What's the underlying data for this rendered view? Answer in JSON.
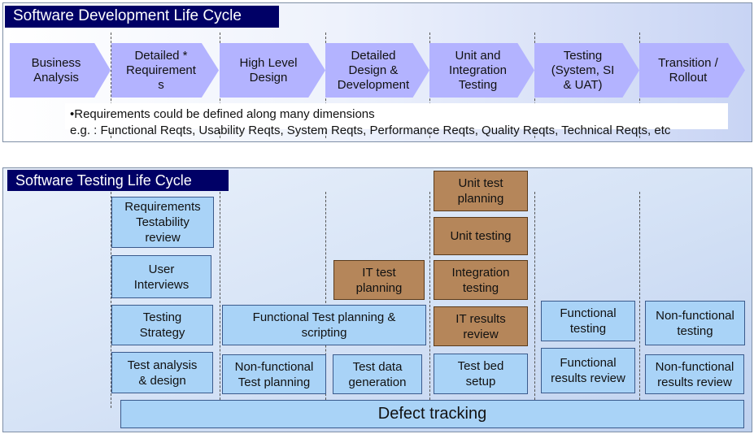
{
  "sdlc": {
    "title": "Software Development Life Cycle",
    "phases": [
      {
        "label": "Business\nAnalysis"
      },
      {
        "label": "Detailed *\nRequirement\ns"
      },
      {
        "label": "High Level\nDesign"
      },
      {
        "label": "Detailed\nDesign &\nDevelopment"
      },
      {
        "label": "Unit and\nIntegration\nTesting"
      },
      {
        "label": "Testing\n(System, SI\n& UAT)"
      },
      {
        "label": "Transition /\nRollout"
      }
    ],
    "note": {
      "line1": "•Requirements could be defined along many dimensions",
      "line2": "e.g. :  Functional Reqts, Usability Reqts, System Reqts,  Performance Reqts, Quality Reqts, Technical Reqts, etc"
    },
    "colors": {
      "phase_fill": "#b3b3ff",
      "title_bg": "#000066"
    }
  },
  "stlc": {
    "title": "Software Testing Life Cycle",
    "boxes": [
      {
        "id": "requirements-testability-review",
        "label": "Requirements\nTestability\nreview",
        "color": "blue"
      },
      {
        "id": "user-interviews",
        "label": "User\nInterviews",
        "color": "blue"
      },
      {
        "id": "testing-strategy",
        "label": "Testing\nStrategy",
        "color": "blue"
      },
      {
        "id": "test-analysis-design",
        "label": "Test analysis\n& design",
        "color": "blue"
      },
      {
        "id": "functional-test-planning",
        "label": "Functional Test planning &\nscripting",
        "color": "blue"
      },
      {
        "id": "non-functional-test-planning",
        "label": "Non-functional\nTest planning",
        "color": "blue"
      },
      {
        "id": "it-test-planning",
        "label": "IT test\nplanning",
        "color": "brown"
      },
      {
        "id": "test-data-generation",
        "label": "Test data\ngeneration",
        "color": "blue"
      },
      {
        "id": "unit-test-planning",
        "label": "Unit test\nplanning",
        "color": "brown"
      },
      {
        "id": "unit-testing",
        "label": "Unit testing",
        "color": "brown"
      },
      {
        "id": "integration-testing",
        "label": "Integration\ntesting",
        "color": "brown"
      },
      {
        "id": "it-results-review",
        "label": "IT  results\nreview",
        "color": "brown"
      },
      {
        "id": "test-bed-setup",
        "label": "Test bed\nsetup",
        "color": "blue"
      },
      {
        "id": "functional-testing",
        "label": "Functional\ntesting",
        "color": "blue"
      },
      {
        "id": "functional-results-review",
        "label": "Functional\nresults review",
        "color": "blue"
      },
      {
        "id": "non-functional-testing",
        "label": "Non-functional\ntesting",
        "color": "blue"
      },
      {
        "id": "non-functional-results-review",
        "label": "Non-functional\nresults review",
        "color": "blue"
      }
    ],
    "defect_tracking": "Defect tracking",
    "colors": {
      "blue_box": "#a9d3f7",
      "brown_box": "#b5865a",
      "title_bg": "#000066"
    }
  }
}
